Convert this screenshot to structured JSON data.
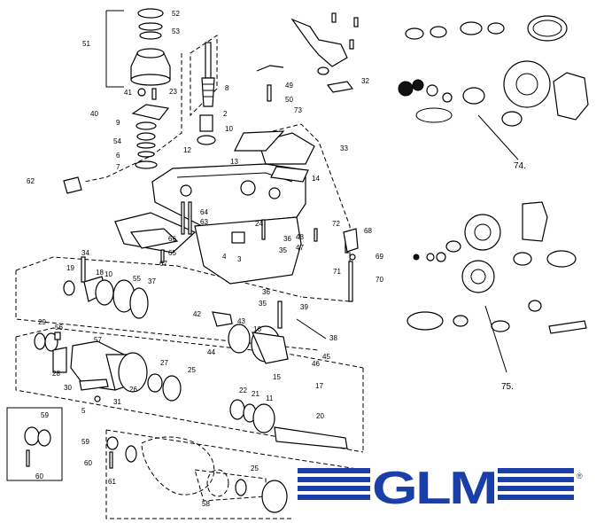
{
  "diagram": {
    "callouts": [
      "52",
      "53",
      "51",
      "8",
      "49",
      "50",
      "73",
      "32",
      "41",
      "23",
      "40",
      "2",
      "9",
      "10",
      "54",
      "6",
      "12",
      "7",
      "13",
      "33",
      "14",
      "62",
      "24",
      "64",
      "63",
      "36",
      "48",
      "47",
      "35",
      "72",
      "68",
      "69",
      "66",
      "65",
      "34",
      "19",
      "18",
      "10",
      "55",
      "37",
      "3",
      "4",
      "67",
      "71",
      "70",
      "36",
      "35",
      "42",
      "43",
      "39",
      "44",
      "16",
      "29",
      "56",
      "57",
      "38",
      "28",
      "26",
      "27",
      "25",
      "15",
      "45",
      "46",
      "17",
      "30",
      "31",
      "5",
      "22",
      "21",
      "11",
      "20",
      "59",
      "59",
      "60",
      "61",
      "60",
      "58",
      "25"
    ],
    "kit_labels": [
      "74.",
      "75."
    ]
  },
  "logo": {
    "text": "GLM",
    "registered": "®",
    "color": "#1a3fa8"
  }
}
